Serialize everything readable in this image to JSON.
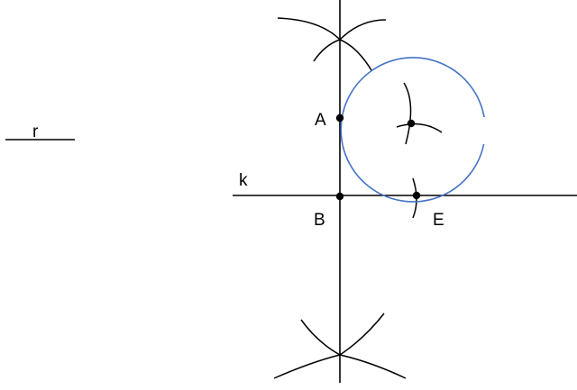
{
  "diagram": {
    "labels": {
      "r": "r",
      "k": "k",
      "A": "A",
      "B": "B",
      "E": "E"
    },
    "colors": {
      "line": "#000000",
      "circle": "#4472c4",
      "point": "#000000",
      "background": "#ffffff"
    }
  }
}
